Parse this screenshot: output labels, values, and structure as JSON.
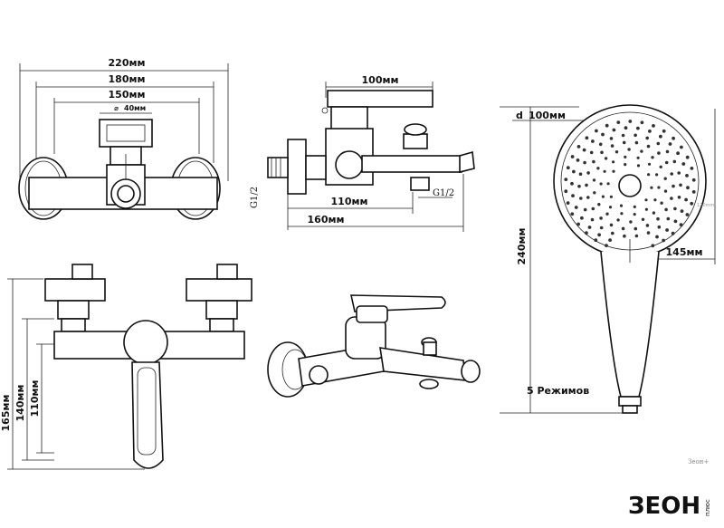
{
  "top_view": {
    "dim_220": "220мм",
    "dim_180": "180мм",
    "dim_150": "150мм",
    "dim_diameter_symbol": "⌀",
    "dim_40": "40мм"
  },
  "side_view": {
    "dim_100": "100мм",
    "dim_110": "110мм",
    "dim_160": "160мм",
    "thread_left": "G1/2",
    "thread_right": "G1/2"
  },
  "front_view": {
    "dim_165": "165мм",
    "dim_140": "140мм",
    "dim_110": "110мм"
  },
  "shower_head": {
    "d_label": "d",
    "dim_100": "100мм",
    "dim_240": "240мм",
    "dim_145": "145мм",
    "modes": "5 Режимов",
    "small_face_label": "120mm"
  },
  "watermark": "Зеон+",
  "logo": {
    "main": "ЗЕОН",
    "sub": "плюс"
  }
}
